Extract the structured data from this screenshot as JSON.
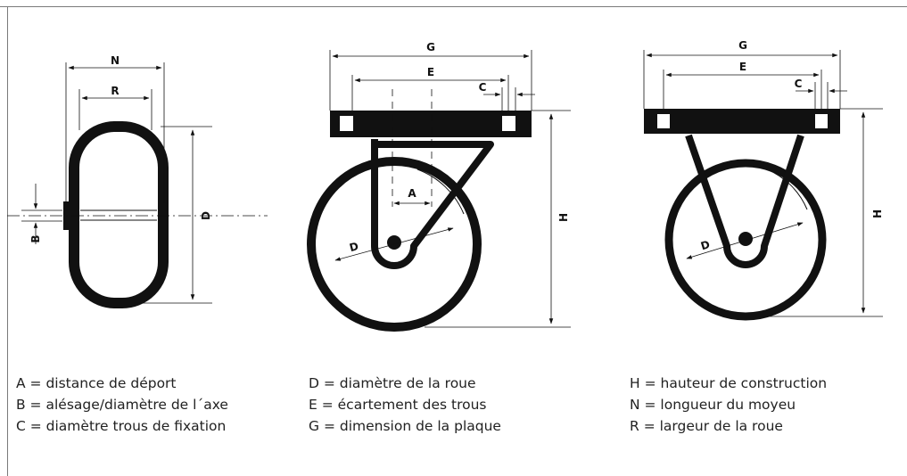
{
  "labels": {
    "N": "N",
    "R": "R",
    "B": "B",
    "D": "D",
    "G": "G",
    "E": "E",
    "C": "C",
    "A": "A",
    "H": "H"
  },
  "legend": {
    "col1": [
      "A =  distance de déport",
      "B = alésage/diamètre de l´axe",
      "C = diamètre trous de fixation"
    ],
    "col2": [
      "D = diamètre de la roue",
      "E = écartement des trous",
      "G = dimension de la plaque"
    ],
    "col3": [
      "H = hauteur de construction",
      "N = longueur du moyeu",
      "R = largeur de la roue"
    ]
  }
}
